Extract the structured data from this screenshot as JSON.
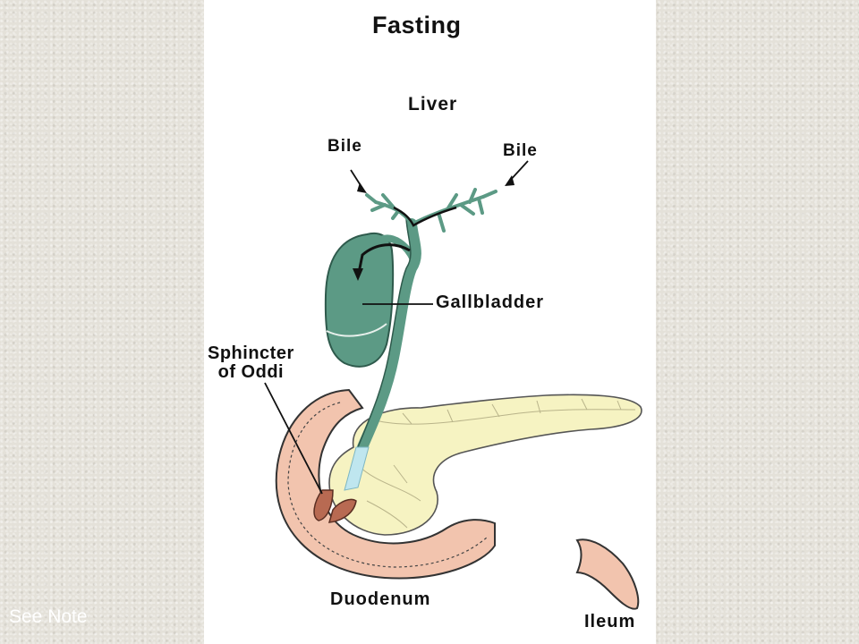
{
  "diagram": {
    "title": "Fasting",
    "labels": {
      "liver": "Liver",
      "bile_left": "Bile",
      "bile_right": "Bile",
      "gallbladder": "Gallbladder",
      "sphincter_line1": "Sphincter",
      "sphincter_line2": "of Oddi",
      "duodenum": "Duodenum",
      "ileum": "Ileum"
    }
  },
  "footer": {
    "note_link": "See Note"
  },
  "colors": {
    "background": "#e4e1d9",
    "duct_green": "#5c9a85",
    "pancreas_yellow": "#f6f3c2",
    "duodenum_pink": "#f2c4ae",
    "sphincter_red": "#b86a52"
  }
}
